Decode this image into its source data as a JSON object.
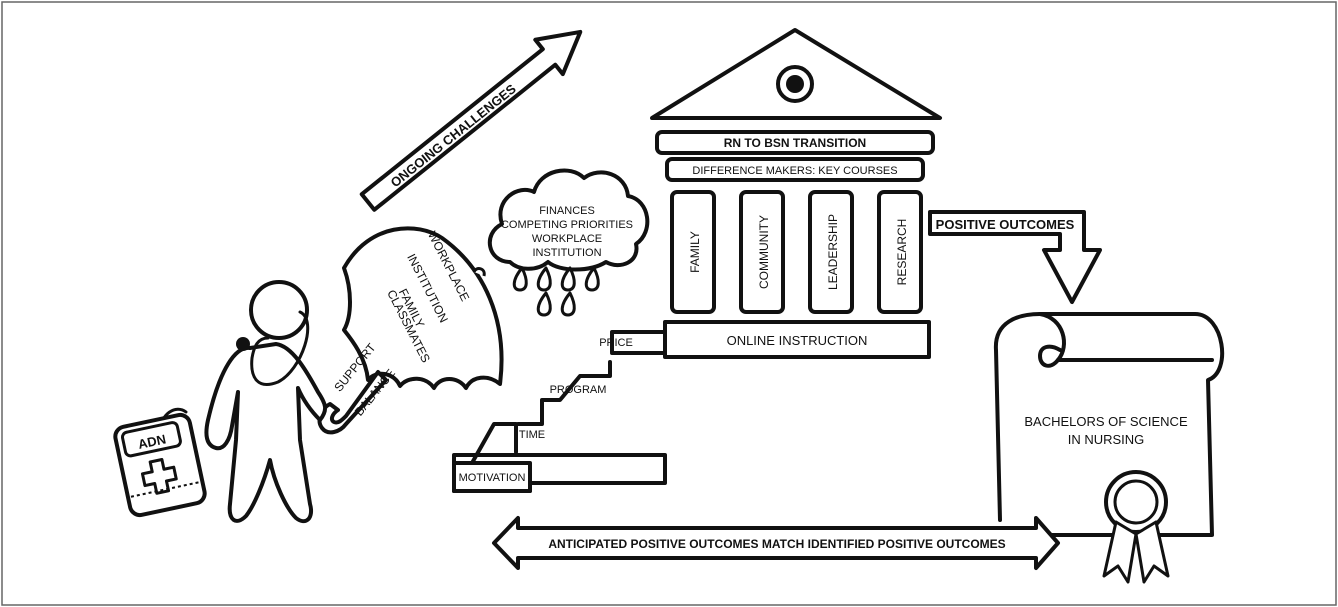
{
  "ongoing_challenges": "ONGOING CHALLENGES",
  "building": {
    "transition": "RN TO BSN TRANSITION",
    "key_courses": "DIFFERENCE MAKERS: KEY COURSES",
    "pillars": [
      "FAMILY",
      "COMMUNITY",
      "LEADERSHIP",
      "RESEARCH"
    ],
    "base": "ONLINE INSTRUCTION"
  },
  "cloud_lines": [
    "FINANCES",
    "COMPETING PRIORITIES",
    "WORKPLACE",
    "INSTITUTION"
  ],
  "umbrella_lines": [
    "WORKPLACE",
    "INSTITUTION",
    "FAMILY",
    "CLASSMATES"
  ],
  "support": "SUPPORT",
  "balance": "BALANCE",
  "bag_label": "ADN",
  "stairs": [
    "MOTIVATION",
    "TIME",
    "PROGRAM",
    "PRICE"
  ],
  "positive_outcomes": "POSITIVE OUTCOMES",
  "diploma": [
    "BACHELORS OF SCIENCE",
    "IN NURSING"
  ],
  "bottom_arrow": "ANTICIPATED POSITIVE OUTCOMES MATCH IDENTIFIED POSITIVE OUTCOMES"
}
